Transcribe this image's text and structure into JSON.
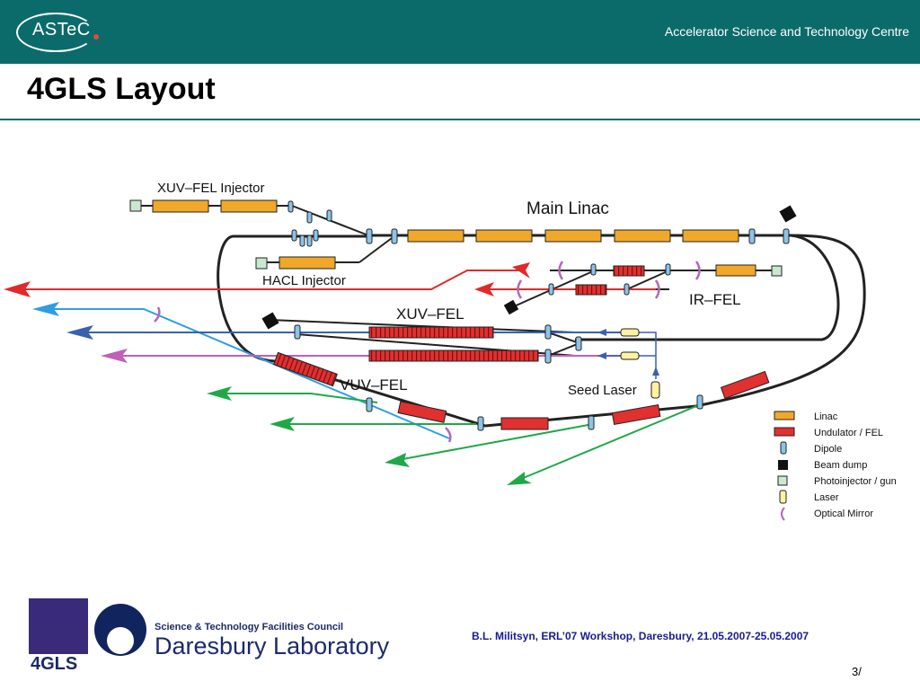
{
  "header": {
    "logo_text": "ASTeC",
    "org_name": "Accelerator Science and Technology Centre"
  },
  "slide": {
    "title": "4GLS Layout"
  },
  "diagram": {
    "labels": {
      "xuv_fel_injector": "XUV–FEL Injector",
      "main_linac": "Main Linac",
      "hacl_injector": "HACL Injector",
      "ir_fel": "IR–FEL",
      "xuv_fel": "XUV–FEL",
      "vuv_fel": "VUV–FEL",
      "seed_laser": "Seed Laser"
    },
    "legend": [
      {
        "label": "Linac",
        "icon": "linac-icon"
      },
      {
        "label": "Undulator / FEL",
        "icon": "undulator-icon"
      },
      {
        "label": "Dipole",
        "icon": "dipole-icon"
      },
      {
        "label": "Beam dump",
        "icon": "beam-dump-icon"
      },
      {
        "label": "Photoinjector / gun",
        "icon": "photoinjector-icon"
      },
      {
        "label": "Laser",
        "icon": "laser-icon"
      },
      {
        "label": "Optical Mirror",
        "icon": "optical-mirror-icon"
      }
    ],
    "colors": {
      "linac": "#f0a82a",
      "undulator": "#e03030",
      "dipole": "#8cc4e8",
      "beam_dump": "#111111",
      "photoinjector": "#c8e8d0",
      "laser": "#fff3a0",
      "mirror": "#b068b8",
      "ir_beam": "#e02a2a",
      "xuv_beam_light": "#2e9ee0",
      "xuv_beam_dark": "#3a60b0",
      "vuv_beam": "#20a848",
      "pink_beam": "#c060b8"
    }
  },
  "footer": {
    "logo_4gls": "4GLS",
    "stfc": "Science & Technology Facilities Council",
    "lab_name": "Daresbury Laboratory",
    "citation": "B.L. Militsyn, ERL’07 Workshop, Daresbury, 21.05.2007-25.05.2007",
    "page_number": "3/"
  }
}
